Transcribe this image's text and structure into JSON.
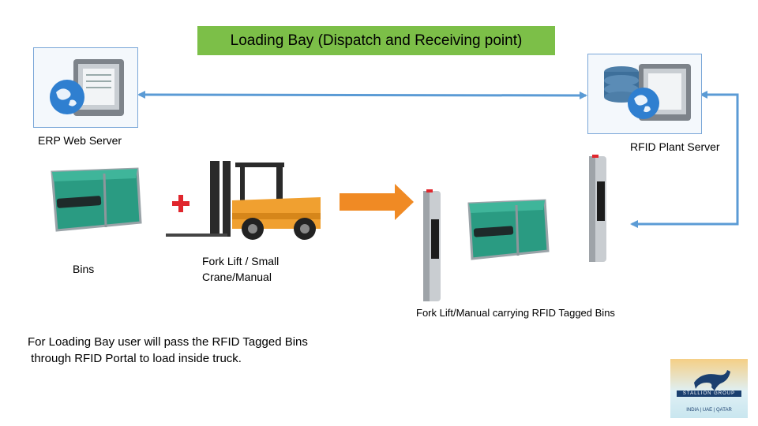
{
  "title": "Loading Bay (Dispatch  and Receiving point)",
  "nodes": {
    "erp_server": "ERP Web Server",
    "rfid_server": "RFID Plant Server",
    "bins": "Bins",
    "forklift_line1": "Fork Lift / Small",
    "forklift_line2": "Crane/Manual",
    "portal_caption": "Fork Lift/Manual carrying RFID Tagged Bins"
  },
  "note": {
    "line1": "For Loading Bay user will pass the RFID Tagged Bins",
    "line2": " through RFID Portal to load inside truck."
  },
  "logo": {
    "name": "STALLION GROUP",
    "countries": "INDIA | UAE | QATAR"
  },
  "colors": {
    "title_bg": "#7cbf48",
    "connector": "#5b9bd5",
    "process_arrow": "#f08a24",
    "plus": "#e0262d",
    "bin_green": "#2a9b82",
    "forklift_orange": "#f0a030"
  }
}
